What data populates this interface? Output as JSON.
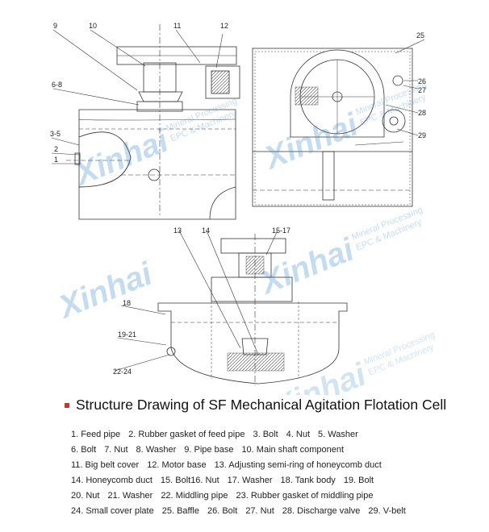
{
  "drawing": {
    "callouts": {
      "c1": "1",
      "c2": "2",
      "c35": "3-5",
      "c68": "6-8",
      "c9": "9",
      "c10": "10",
      "c11": "11",
      "c12": "12",
      "c13": "13",
      "c14": "14",
      "c1517": "15-17",
      "c18": "18",
      "c1921": "19-21",
      "c2224": "22-24",
      "c25": "25",
      "c26": "26",
      "c27": "27",
      "c28": "28",
      "c29": "29"
    },
    "watermark": {
      "brand": "Xinhai",
      "line1": "Mineral Processing",
      "line2": "EPC & Machinery"
    }
  },
  "caption": "Structure Drawing of SF Mechanical Agitation Flotation Cell",
  "legend": [
    [
      "1. Feed pipe",
      "2. Rubber gasket of feed pipe",
      "3. Bolt",
      "4. Nut",
      "5. Washer"
    ],
    [
      "6. Bolt",
      "7. Nut",
      "8. Washer",
      "9. Pipe base",
      "10. Main shaft component"
    ],
    [
      "11. Big belt cover",
      "12. Motor base",
      "13. Adjusting semi-ring of honeycomb duct"
    ],
    [
      "14. Honeycomb duct",
      "15. Bolt16. Nut",
      "17. Washer",
      "18. Tank body",
      "19. Bolt"
    ],
    [
      "20. Nut",
      "21. Washer",
      "22. Middling pipe",
      "23. Rubber gasket of middling pipe"
    ],
    [
      "24. Small cover plate",
      "25. Baffle",
      "26. Bolt",
      "27. Nut",
      "28. Discharge valve",
      "29. V-belt"
    ]
  ]
}
